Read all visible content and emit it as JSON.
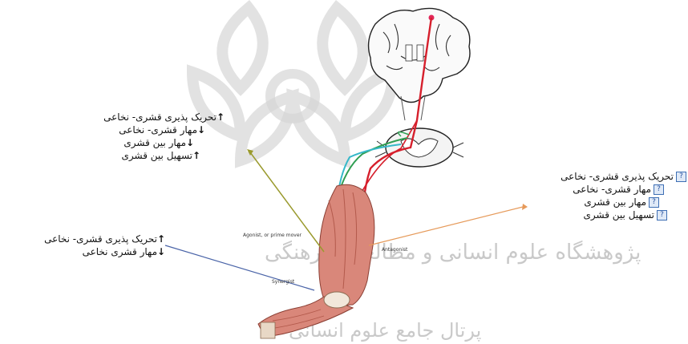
{
  "watermark": {
    "line1": "پژوهشگاه علوم انسانی و مطالعات فرهنگی",
    "line2": "پرتال جامع علوم انسانی"
  },
  "left_top_labels": [
    {
      "arrow": "↑",
      "text": "تحریک پذیری قشری- نخاعی"
    },
    {
      "arrow": "↓",
      "text": "مهار قشری- نخاعی"
    },
    {
      "arrow": "↓",
      "text": "مهار بین قشری"
    },
    {
      "arrow": "↑",
      "text": "تسهیل بین قشری"
    }
  ],
  "left_bottom_labels": [
    {
      "arrow": "↑",
      "text": "تحریک پذیری قشری- نخاعی"
    },
    {
      "arrow": "↓",
      "text": "مهار قشری نخاعی"
    }
  ],
  "right_labels": [
    {
      "marker": "?",
      "text": "تحریک پذیری قشری- نخاعی"
    },
    {
      "marker": "?",
      "text": "مهار قشری- نخاعی"
    },
    {
      "marker": "?",
      "text": "مهار بین قشری"
    },
    {
      "marker": "?",
      "text": "تسهیل بین قشری"
    }
  ],
  "figure_labels": {
    "agonist": "Agonist, or prime mover",
    "antagonist": "Antagonist",
    "synergist": "Synergist"
  },
  "colors": {
    "pathway_red": "#d61f2c",
    "pathway_green": "#2f9e52",
    "pathway_cyan": "#35b8c9",
    "muscle": "#d9877a",
    "leader_olive": "#9a9a2e",
    "leader_orange": "#e69a5a",
    "leader_blue": "#4a64a8"
  }
}
